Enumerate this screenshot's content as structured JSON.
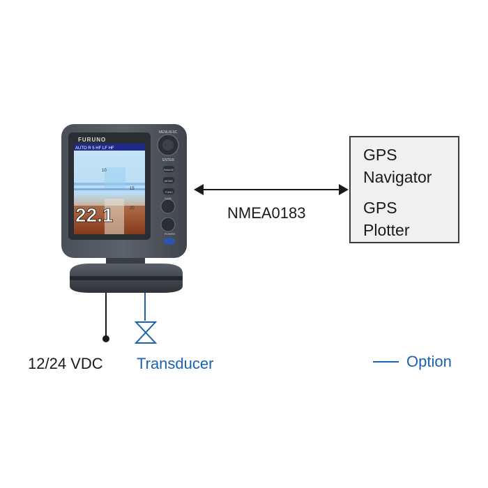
{
  "device": {
    "brand": "FURUNO",
    "screen_header": "AUTO R 5 HF LF HF",
    "depth_reading": "22.1",
    "scale_marks": [
      "10",
      "15",
      "20"
    ],
    "keys": {
      "menu_esc": "MENU/ESC",
      "enter": "ENTER",
      "range": "RANGE",
      "mode": "MODE",
      "func": "FUNC",
      "gain": "GAIN",
      "power": "POWER"
    }
  },
  "gps_box": {
    "line1": "GPS",
    "line2": "Navigator",
    "line3": "GPS",
    "line4": "Plotter"
  },
  "connection_label": "NMEA0183",
  "power_label": "12/24 VDC",
  "transducer_label": "Transducer",
  "legend": {
    "label": "Option",
    "color": "#1a63b0"
  },
  "colors": {
    "standard": "#1a1a1a",
    "option": "#1a63b0"
  }
}
